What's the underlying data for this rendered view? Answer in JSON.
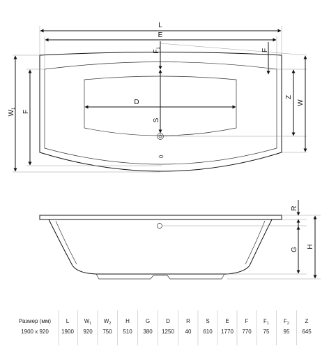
{
  "dims": {
    "L": "L",
    "E": "E",
    "F": "F",
    "F1": "F",
    "F1_sub": "1",
    "F2": "F",
    "D": "D",
    "S": "S",
    "Z": "Z",
    "W": "W",
    "W1": "W",
    "W1_sub": "1",
    "R": "R",
    "G": "G",
    "H": "H"
  },
  "table": {
    "headers": [
      {
        "t": "Размер (мм)",
        "s": ""
      },
      {
        "t": "L",
        "s": ""
      },
      {
        "t": "W",
        "s": "1"
      },
      {
        "t": "W",
        "s": "2"
      },
      {
        "t": "H",
        "s": ""
      },
      {
        "t": "G",
        "s": ""
      },
      {
        "t": "D",
        "s": ""
      },
      {
        "t": "R",
        "s": ""
      },
      {
        "t": "S",
        "s": ""
      },
      {
        "t": "E",
        "s": ""
      },
      {
        "t": "F",
        "s": ""
      },
      {
        "t": "F",
        "s": "1"
      },
      {
        "t": "F",
        "s": "2"
      },
      {
        "t": "Z",
        "s": ""
      }
    ],
    "row": [
      "1900 х 920",
      "1900",
      "920",
      "750",
      "510",
      "380",
      "1250",
      "40",
      "610",
      "1770",
      "770",
      "75",
      "95",
      "645"
    ]
  }
}
